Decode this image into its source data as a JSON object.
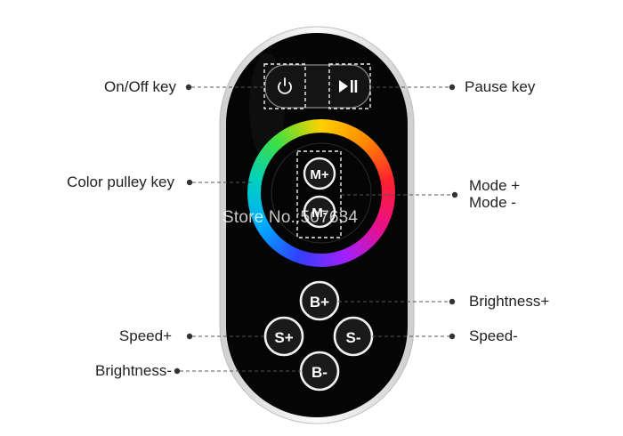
{
  "labels": {
    "on_off": "On/Off key",
    "pause": "Pause key",
    "color_pulley": "Color pulley key",
    "mode_plus": "Mode +",
    "mode_minus": "Mode  -",
    "brightness_plus": "Brightness+",
    "speed_plus": "Speed+",
    "speed_minus": "Speed-",
    "brightness_minus": "Brightness-"
  },
  "buttons": {
    "mode_plus": "M+",
    "mode_minus": "M-",
    "brightness_plus": "B+",
    "speed_plus": "S+",
    "speed_minus": "S-",
    "brightness_minus": "B-"
  },
  "watermark": "Store No.:507634",
  "colors": {
    "remote_body": "#050505",
    "remote_rim": "#e9e9e9",
    "button_fill": "#1a1a1a",
    "button_stroke": "#f2f2f2",
    "callout_line": "#555555"
  },
  "icons": {
    "power": "power-icon",
    "play_pause": "play-pause-icon"
  }
}
